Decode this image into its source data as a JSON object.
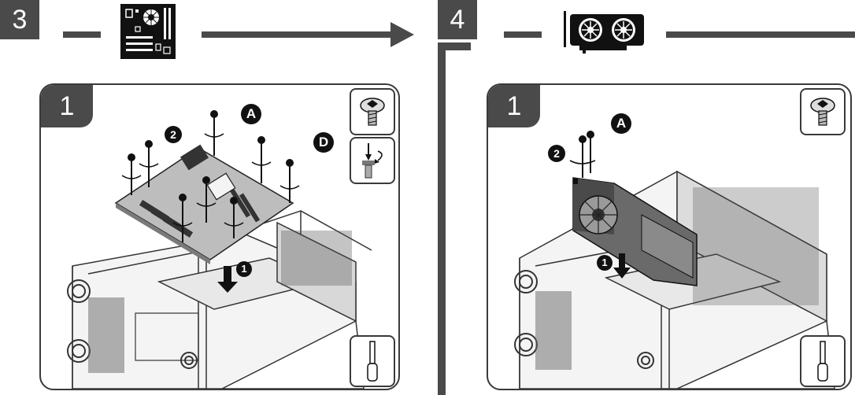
{
  "steps": [
    {
      "number": "3",
      "component_icon": "motherboard-icon"
    },
    {
      "number": "4",
      "component_icon": "graphics-card-icon"
    }
  ],
  "panels": [
    {
      "number": "1",
      "callouts": [
        "2",
        "A",
        "D",
        "1"
      ],
      "tool_icons": [
        "screw-icon",
        "screwdriver-icon"
      ]
    },
    {
      "number": "1",
      "callouts": [
        "A",
        "2",
        "1"
      ],
      "tool_icons": [
        "screw-icon",
        "screwdriver-icon"
      ]
    }
  ],
  "colors": {
    "dark": "#4a4a4a",
    "line": "#3a3a3a",
    "black": "#111111"
  }
}
